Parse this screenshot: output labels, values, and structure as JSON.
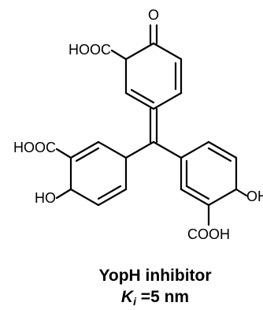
{
  "structure": {
    "labels": {
      "oxo": "O",
      "cooh_top": "HOOC",
      "cooh_left": "HOOC",
      "oh_left": "HO",
      "oh_right": "OH",
      "cooh_bottom": "COOH"
    }
  },
  "caption": {
    "line1": "YopH inhibitor",
    "k_symbol": "K",
    "k_subscript": "i",
    "k_value": " =5 nm"
  }
}
